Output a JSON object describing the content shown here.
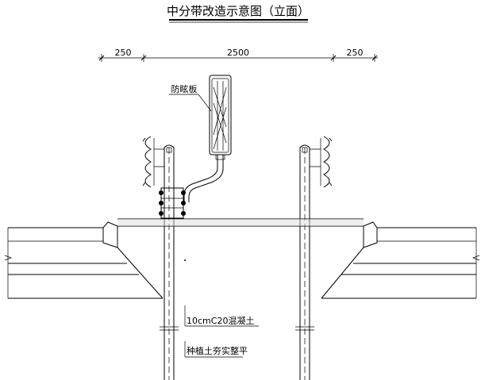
{
  "title": "中分带改造示意图（立面）",
  "dimensions": {
    "left": "250",
    "middle": "2500",
    "right": "250"
  },
  "labels": {
    "anti_glare_panel": "防眩板",
    "concrete_layer": "10cmC20混凝土",
    "planting_soil": "种植土夯实整平"
  }
}
